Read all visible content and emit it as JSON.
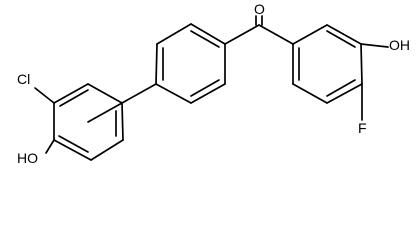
{
  "structure": {
    "labels": {
      "oxygen": "O",
      "hydroxyl_right": "OH",
      "fluoro": "F",
      "chloro": "Cl",
      "hydroxyl_left": "HO"
    }
  }
}
